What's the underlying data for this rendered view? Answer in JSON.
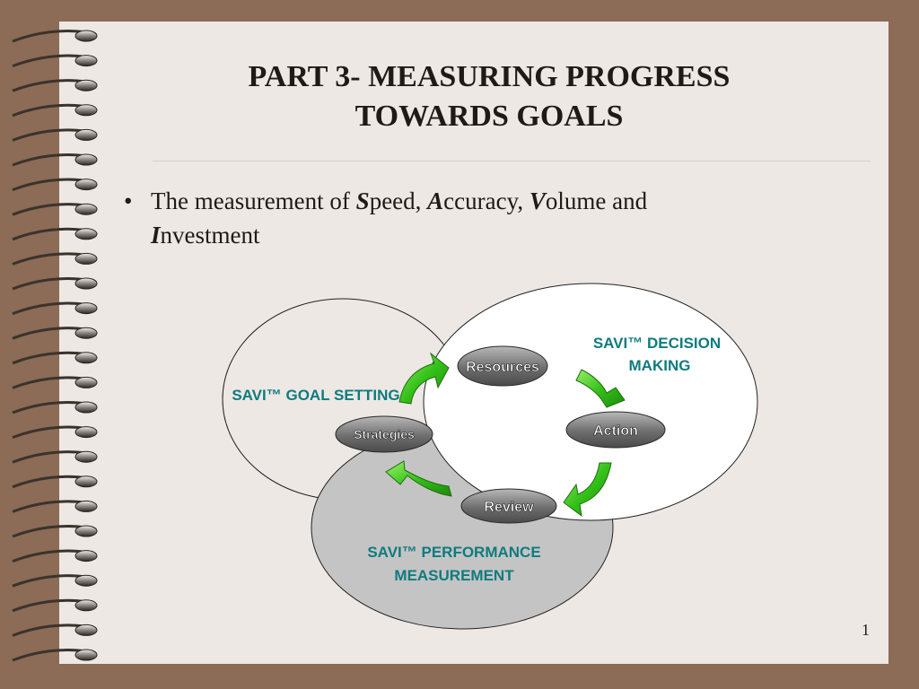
{
  "slide": {
    "title_line1": "PART 3- MEASURING PROGRESS",
    "title_line2": "TOWARDS GOALS",
    "bullet": {
      "prefix": "The measurement of ",
      "s_letter": "S",
      "s_rest": "peed, ",
      "a_letter": "A",
      "a_rest": "ccuracy, ",
      "v_letter": "V",
      "v_rest": "olume and",
      "i_letter": "I",
      "i_rest": "nvestment"
    },
    "page_number": "1"
  },
  "diagram": {
    "circles": {
      "goal_setting": "SAVI™ GOAL SETTING",
      "decision_making_line1": "SAVI™ DECISION",
      "decision_making_line2": "MAKING",
      "performance_line1": "SAVI™ PERFORMANCE",
      "performance_line2": "MEASUREMENT"
    },
    "nodes": {
      "resources": "Resources",
      "action": "Action",
      "review": "Review",
      "strategies": "Strategies"
    },
    "colors": {
      "label_teal": "#0e7b7e",
      "arrow_green": "#3fc21a",
      "node_gray": "#7a7a7a",
      "performance_fill": "#c4c4c4"
    }
  }
}
